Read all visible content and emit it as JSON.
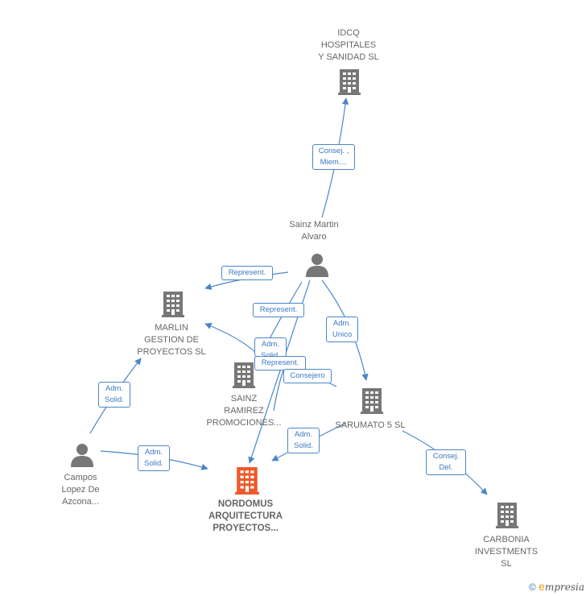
{
  "nodes": [
    {
      "id": "idcq",
      "type": "company",
      "label": "IDCQ\nHOSPITALES\nY SANIDAD  SL",
      "focus": false
    },
    {
      "id": "sainz",
      "type": "person",
      "label": "Sainz Martin\nAlvaro",
      "focus": false
    },
    {
      "id": "marlin",
      "type": "company",
      "label": "MARLIN\nGESTION DE\nPROYECTOS  SL",
      "focus": false
    },
    {
      "id": "sainzram",
      "type": "company",
      "label": "SAINZ\nRAMIREZ\nPROMOCIONES...",
      "focus": false
    },
    {
      "id": "sarumato",
      "type": "company",
      "label": "SARUMATO 5 SL",
      "focus": false
    },
    {
      "id": "campos",
      "type": "person",
      "label": "Campos\nLopez De\nAzcona...",
      "focus": false
    },
    {
      "id": "nordomus",
      "type": "company",
      "label": "NORDOMUS\nARQUITECTURA\nPROYECTOS...",
      "focus": true
    },
    {
      "id": "carbonia",
      "type": "company",
      "label": "CARBONIA\nINVESTMENTS\nSL",
      "focus": false
    }
  ],
  "edges": [
    {
      "label": "Consej. ,\nMiem...."
    },
    {
      "label": "Represent."
    },
    {
      "label": "Represent."
    },
    {
      "label": "Adm.\nUnico"
    },
    {
      "label": "Adm.\nSolid."
    },
    {
      "label": "Represent."
    },
    {
      "label": "Consejero"
    },
    {
      "label": "Adm.\nSolid."
    },
    {
      "label": "Adm.\nSolid."
    },
    {
      "label": "Adm.\nSolid."
    },
    {
      "label": "Consej.\nDel."
    }
  ],
  "colors": {
    "edge": "#4a86c8",
    "icon": "#777777",
    "focus_icon": "#f0582a"
  },
  "footer": {
    "copyright": "©",
    "brand": "mpresia",
    "brand_initial": "e"
  }
}
